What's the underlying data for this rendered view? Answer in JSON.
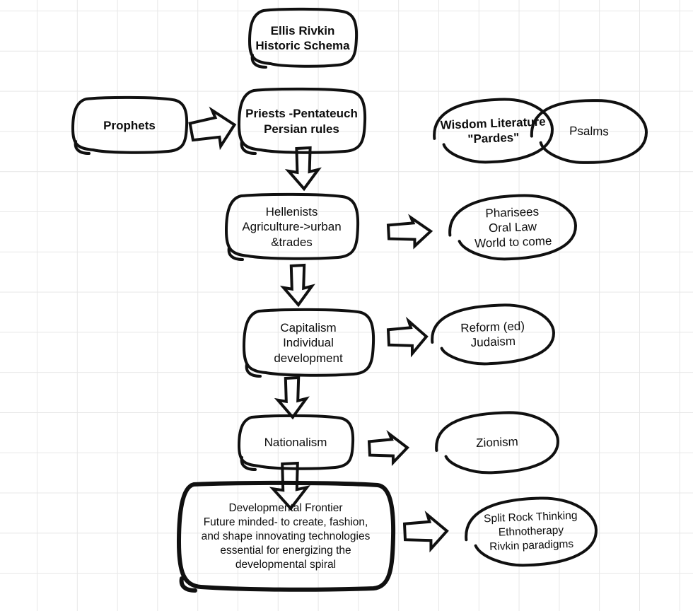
{
  "diagram": {
    "title": "Ellis Rivkin Historic Schema",
    "colors": {
      "stroke": "#101010",
      "grid": "#e7e7e7",
      "background": "#ffffff"
    },
    "nodes": {
      "title": {
        "label": "Ellis Rivkin\nHistoric Schema",
        "shape": "rounded-rectangle",
        "emphasis": "bold"
      },
      "prophets": {
        "label": "Prophets",
        "shape": "rounded-rectangle",
        "emphasis": "bold"
      },
      "priests": {
        "label": "Priests -Pentateuch\nPersian rules",
        "shape": "rounded-rectangle",
        "emphasis": "bold"
      },
      "wisdom": {
        "label": "Wisdom Literature\n\"Pardes\"",
        "shape": "ellipse",
        "emphasis": "bold"
      },
      "psalms": {
        "label": "Psalms",
        "shape": "ellipse",
        "emphasis": "regular"
      },
      "hellenists": {
        "label": "Hellenists\nAgriculture->urban\n&trades",
        "shape": "rounded-rectangle",
        "emphasis": "regular"
      },
      "pharisees": {
        "label": "Pharisees\nOral Law\nWorld to come",
        "shape": "ellipse",
        "emphasis": "regular"
      },
      "capitalism": {
        "label": "Capitalism\nIndividual\ndevelopment",
        "shape": "rounded-rectangle",
        "emphasis": "regular"
      },
      "reform": {
        "label": "Reform (ed)\nJudaism",
        "shape": "ellipse",
        "emphasis": "regular"
      },
      "nationalism": {
        "label": "Nationalism",
        "shape": "rounded-rectangle",
        "emphasis": "regular"
      },
      "zionism": {
        "label": "Zionism",
        "shape": "ellipse",
        "emphasis": "regular"
      },
      "frontier": {
        "label": "Developmental Frontier\nFuture minded- to create, fashion,\nand shape innovating technologies\nessential for energizing the\ndevelopmental spiral",
        "shape": "rounded-rectangle-thick",
        "emphasis": "regular"
      },
      "splitrock": {
        "label": "Split Rock Thinking\nEthnotherapy\nRivkin paradigms",
        "shape": "ellipse",
        "emphasis": "regular"
      }
    },
    "connections": [
      "prophets -> priests (right arrow)",
      "priests -> hellenists (down arrow)",
      "hellenists -> pharisees (right arrow)",
      "hellenists -> capitalism (down arrow)",
      "capitalism -> reform (right arrow)",
      "capitalism -> nationalism (down arrow)",
      "nationalism -> zionism (right arrow)",
      "nationalism -> frontier (down arrow)",
      "frontier -> splitrock (right arrow)"
    ]
  }
}
